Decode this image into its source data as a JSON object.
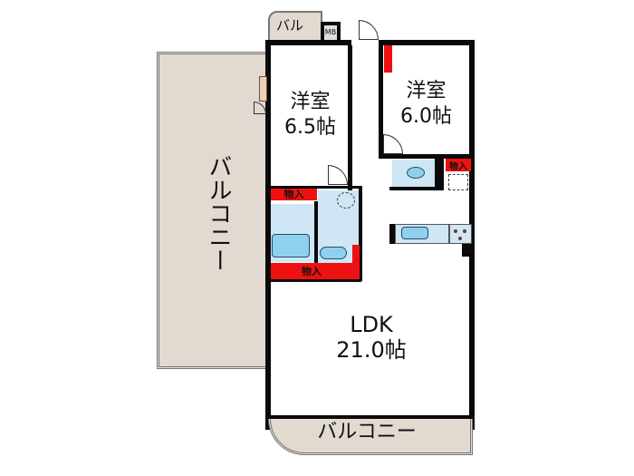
{
  "floorplan": {
    "rooms": {
      "western_room_1": {
        "name": "洋室",
        "size": "6.5帖"
      },
      "western_room_2": {
        "name": "洋室",
        "size": "6.0帖"
      },
      "ldk": {
        "name": "LDK",
        "size": "21.0帖"
      },
      "balcony_west": {
        "name": "バルコニー"
      },
      "balcony_south": {
        "name": "バルコニー"
      },
      "balcony_small": {
        "name": "バル"
      }
    },
    "labels": {
      "mb": "MB",
      "storage": "物入",
      "storage_small": "物入"
    },
    "colors": {
      "balcony": "#e2d9d1",
      "wall": "#0a0a0a",
      "storage": "#ee1111",
      "wet_area": "#cfe6f5",
      "fixture": "#8fd0ee"
    }
  }
}
